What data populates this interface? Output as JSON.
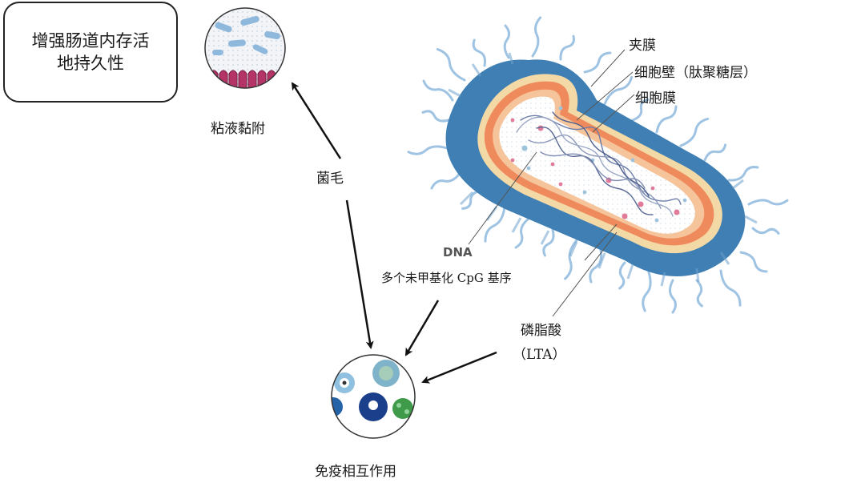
{
  "callout": {
    "line1": "增强肠道内存活",
    "line2": "地持久性"
  },
  "labels": {
    "mucus": "粘液黏附",
    "pili": "菌毛",
    "capsule": "夹膜",
    "cell_wall": "细胞壁（肽聚糖层）",
    "cell_membrane": "细胞膜",
    "dna": "DNA",
    "cpg": "多个未甲基化 CpG 基序",
    "lta_1": "磷脂酸",
    "lta_2": "（LTA）",
    "immune": "免疫相互作用"
  },
  "colors": {
    "capsule": "#3f7fb3",
    "capsule_dark": "#2e6a9c",
    "cell_wall_outer": "#f3d9a6",
    "cell_wall_inner": "#ef8a5c",
    "membrane": "#f6c49a",
    "cytoplasm": "#ffffff",
    "pili": "#9fc3e3"
  }
}
